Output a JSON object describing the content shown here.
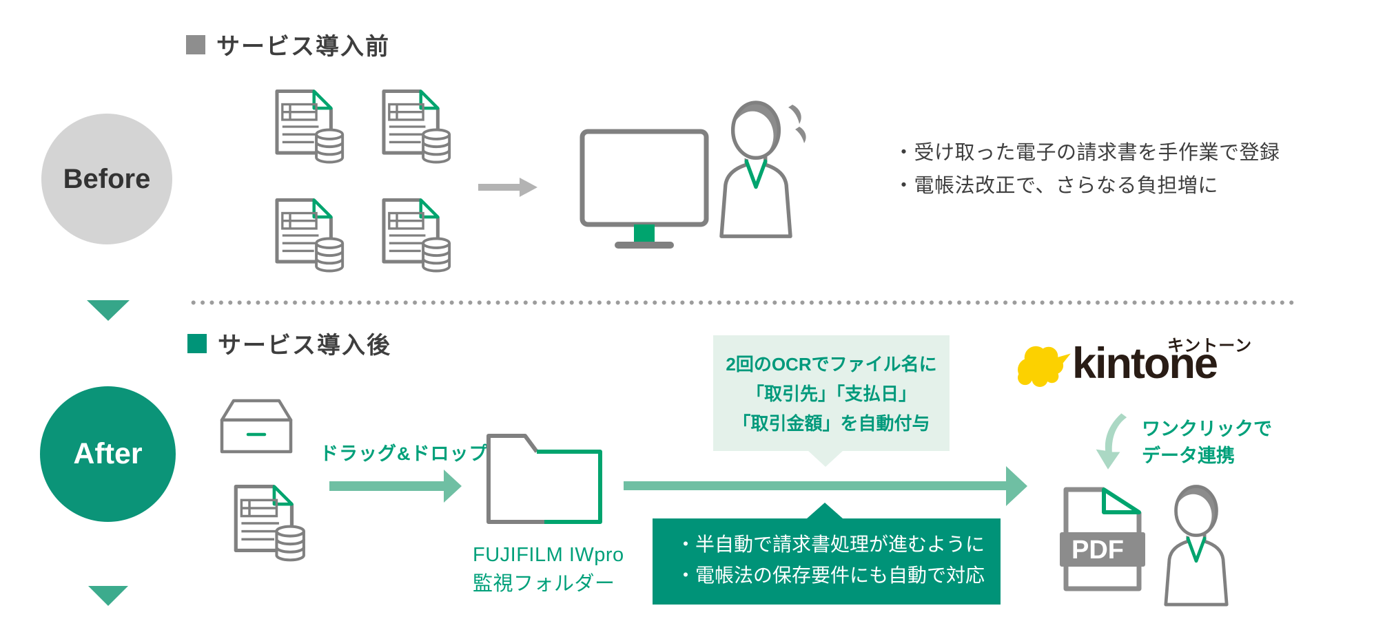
{
  "colors": {
    "accent_green": "#00a46e",
    "deep_green": "#009478",
    "green_text": "#00a07a",
    "light_green_arrow": "#6fbfa3",
    "light_green_box": "#e4f1ea",
    "dark_green_box": "#009378",
    "gray_icon": "#808080",
    "gray_badge": "#d4d4d4",
    "dark_text": "#3e3e3e",
    "kintone_yellow": "#fcd100",
    "kintone_text": "#291c15"
  },
  "before": {
    "heading": "サービス導入前",
    "badge": "Before",
    "notes": [
      "・受け取った電子の請求書を手作業で登録",
      "・電帳法改正で、さらなる負担増に"
    ]
  },
  "after": {
    "heading": "サービス導入後",
    "badge": "After",
    "drag_drop_label": "ドラッグ&ドロップ",
    "folder_label": [
      "FUJIFILM IWpro",
      "監視フォルダー"
    ],
    "ocr_callout": [
      "2回のOCRでファイル名に",
      "「取引先」「支払日」",
      "「取引金額」を自動付与"
    ],
    "result_callout": [
      "・半自動で請求書処理が進むように",
      "・電帳法の保存要件にも自動で対応"
    ],
    "kintone": {
      "name": "kintone",
      "ruby": "キントーン"
    },
    "one_click": [
      "ワンクリックで",
      "データ連携"
    ],
    "pdf_label": "PDF"
  },
  "icons": {
    "invoice-document-icon": "document with green dog-ear and database cylinder",
    "flow-arrow-icon": "gray right arrow",
    "computer-monitor-icon": "monitor with green stand",
    "office-worker-icon": "person with green v-neck collar",
    "sweat-drops-icon": "two gray sweat drops",
    "down-triangle-icon": "green down triangle",
    "storage-tray-icon": "tray box with green slot",
    "drag-drop-arrow-icon": "green right arrow",
    "watch-folder-icon": "folder half gray half green",
    "main-flow-arrow-icon": "long green right arrow",
    "kintone-cloud-icon": "yellow cloud",
    "one-click-arrow-icon": "curved green down arrow",
    "pdf-file-icon": "PDF file with gray band"
  }
}
